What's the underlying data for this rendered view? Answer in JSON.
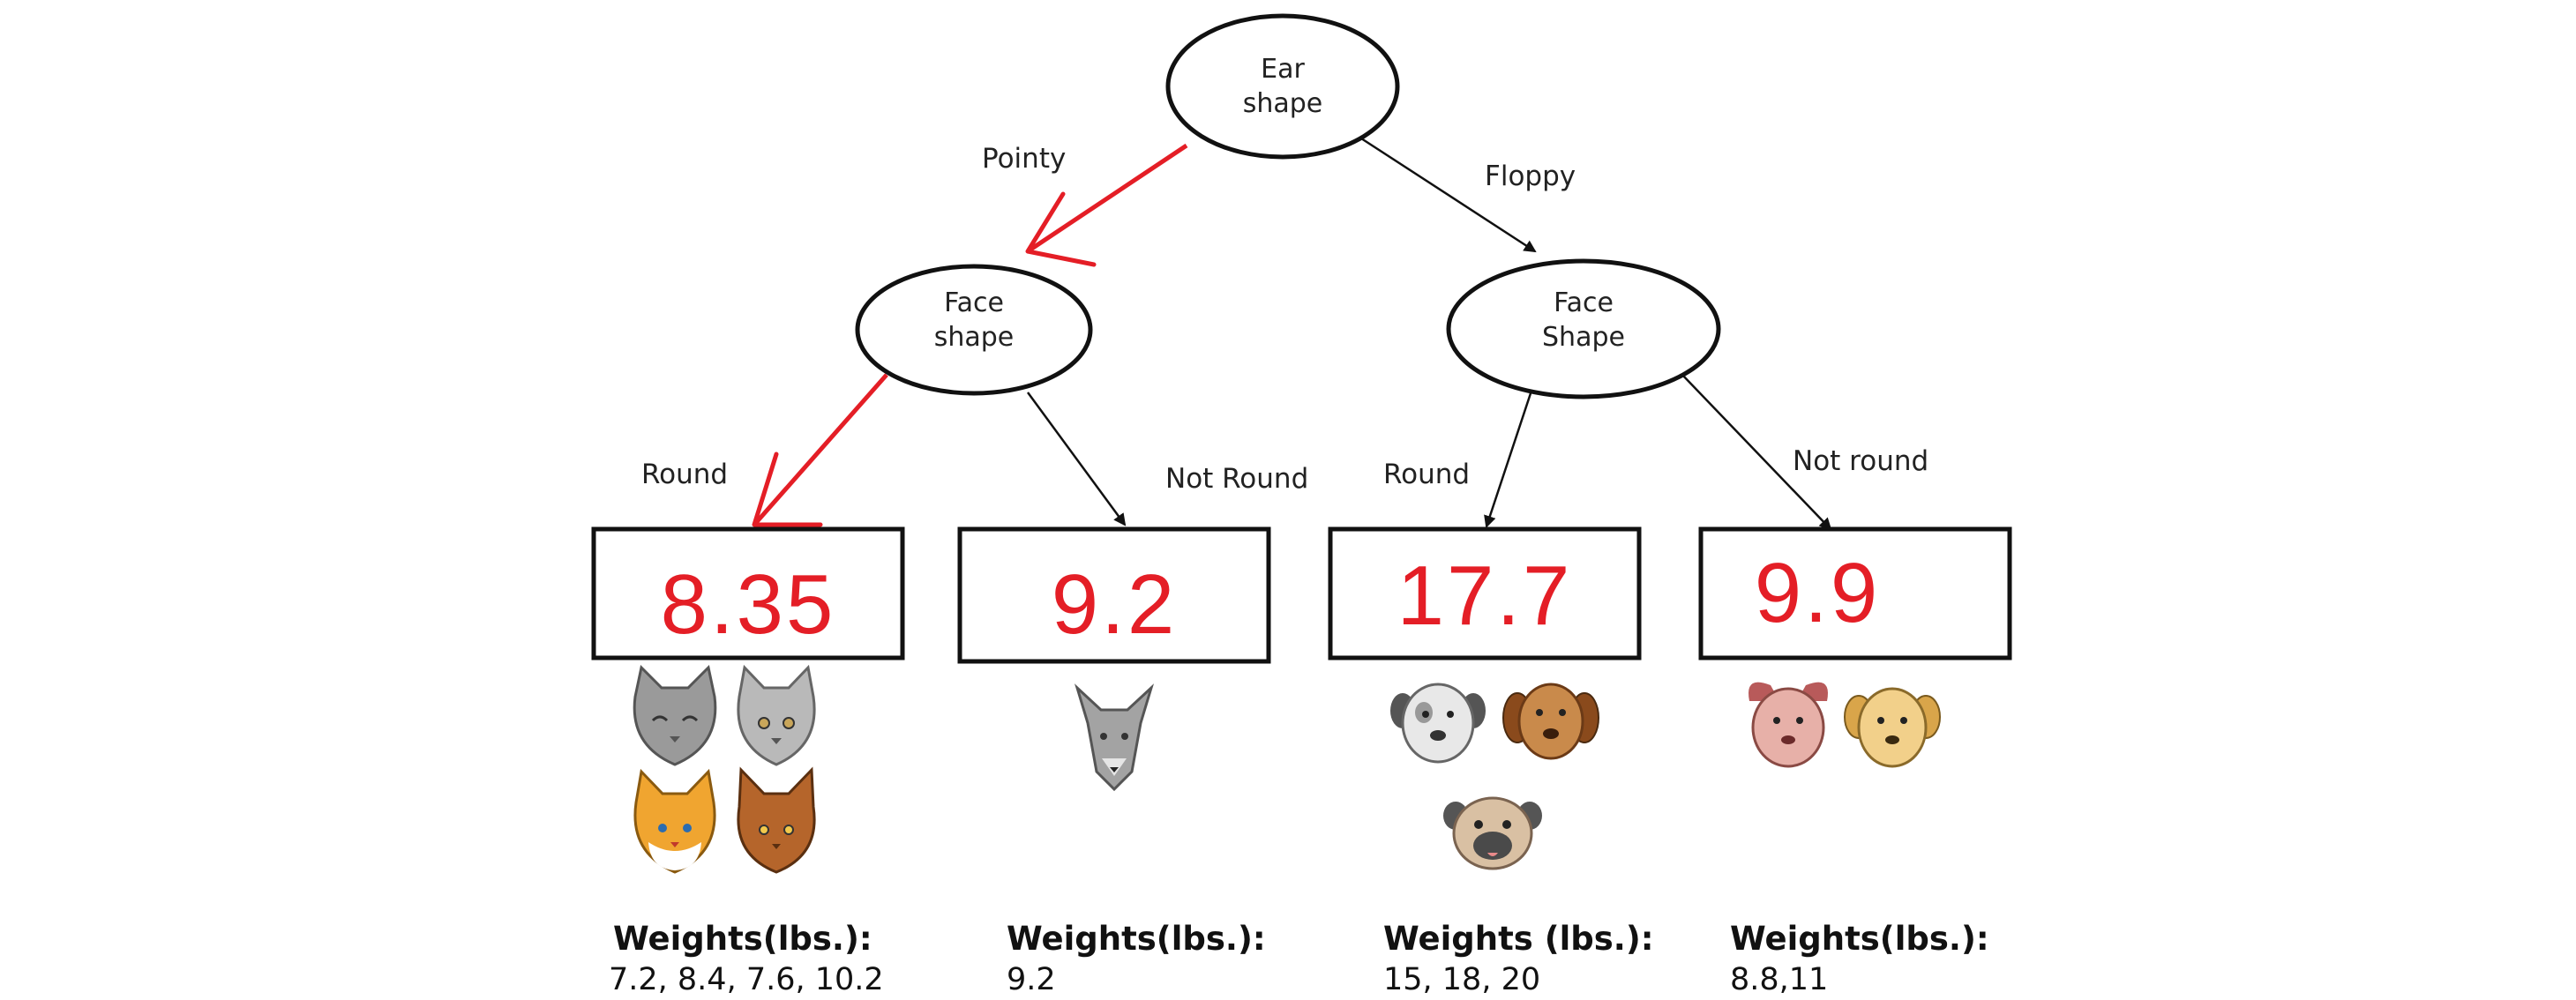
{
  "root": {
    "line1": "Ear",
    "line2": "shape"
  },
  "edges": {
    "pointy": "Pointy",
    "floppy": "Floppy",
    "round_left": "Round",
    "not_round_left": "Not Round",
    "round_right": "Round",
    "not_round_right": "Not round"
  },
  "left_node": {
    "line1": "Face",
    "line2": "shape"
  },
  "right_node": {
    "line1": "Face",
    "line2": "Shape"
  },
  "leaves": [
    {
      "value": "8.35",
      "weights_title": "Weights(lbs.):",
      "weights": "7.2, 8.4, 7.6, 10.2",
      "animals": [
        "gray-cat",
        "gray-cat",
        "orange-cat",
        "brown-cat"
      ]
    },
    {
      "value": "9.2",
      "weights_title": "Weights(lbs.):",
      "weights": "9.2",
      "animals": [
        "gray-wolf-dog"
      ]
    },
    {
      "value": "17.7",
      "weights_title": "Weights (lbs.):",
      "weights": "15,  18, 20",
      "animals": [
        "white-dog",
        "brown-dog",
        "pug"
      ]
    },
    {
      "value": "9.9",
      "weights_title": "Weights(lbs.):",
      "weights": "8.8,11",
      "animals": [
        "pink-dog",
        "tan-dog"
      ]
    }
  ],
  "colors": {
    "highlight": "#e41e26",
    "ink": "#111111"
  }
}
